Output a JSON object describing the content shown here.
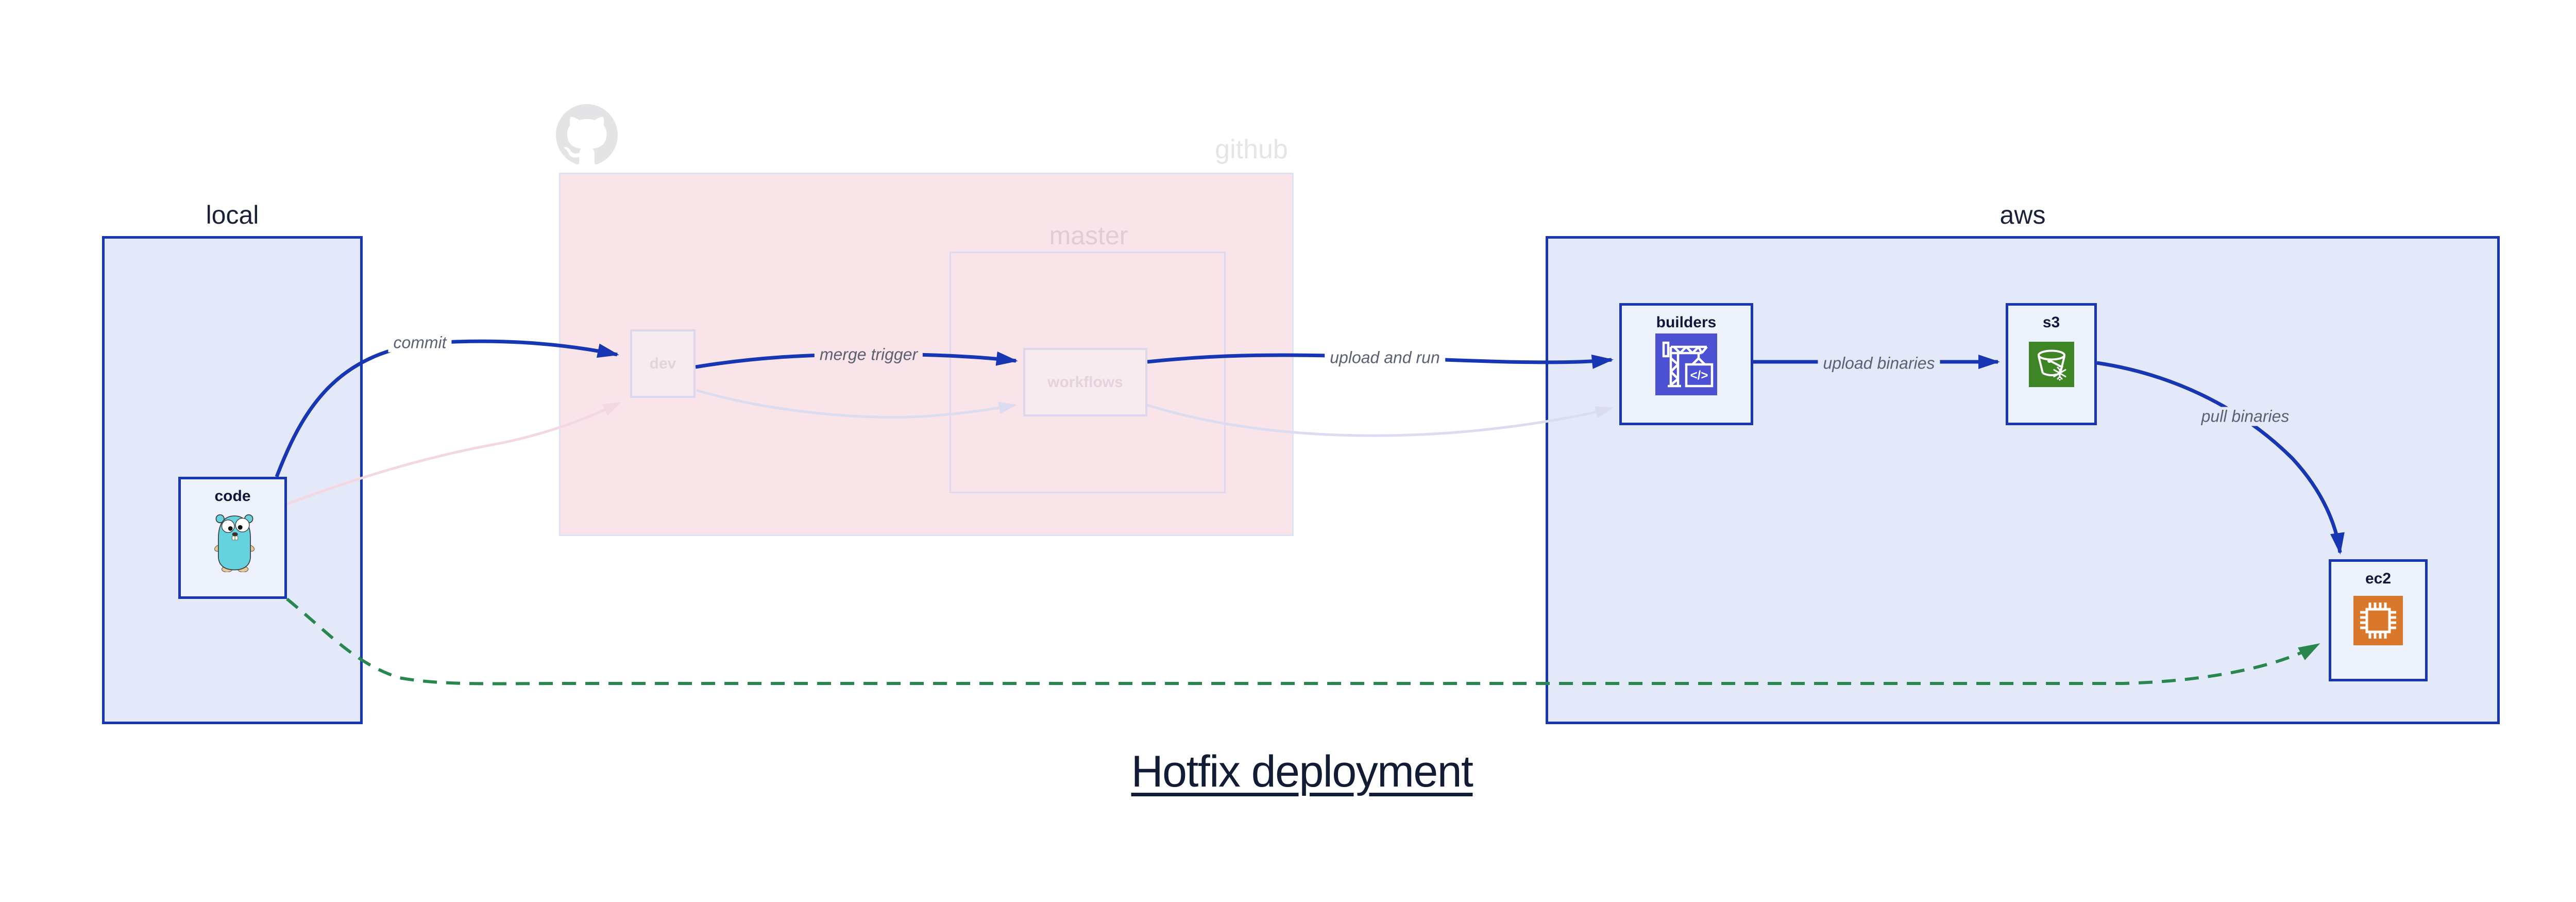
{
  "title": {
    "text": "Hotfix deployment"
  },
  "containers": {
    "local": {
      "label": "local"
    },
    "github": {
      "label": "github"
    },
    "master": {
      "label": "master"
    },
    "aws": {
      "label": "aws"
    }
  },
  "nodes": {
    "code": {
      "label": "code"
    },
    "dev": {
      "label": "dev"
    },
    "workflows": {
      "label": "workflows"
    },
    "builders": {
      "label": "builders"
    },
    "s3": {
      "label": "s3"
    },
    "ec2": {
      "label": "ec2"
    }
  },
  "edges": {
    "commit": {
      "label": "commit",
      "from": "code",
      "to": "dev",
      "style": "solid-blue"
    },
    "merge_trigger": {
      "label": "merge trigger",
      "from": "dev",
      "to": "workflows",
      "style": "solid-blue"
    },
    "upload_and_run": {
      "label": "upload and run",
      "from": "workflows",
      "to": "builders",
      "style": "solid-blue"
    },
    "upload_binaries": {
      "label": "upload binaries",
      "from": "builders",
      "to": "s3",
      "style": "solid-blue"
    },
    "pull_binaries": {
      "label": "pull binaries",
      "from": "s3",
      "to": "ec2",
      "style": "solid-blue"
    },
    "hotfix_path": {
      "from": "code",
      "to": "ec2",
      "style": "dashed-green"
    },
    "faded_code_dev": {
      "from": "code",
      "to": "dev",
      "style": "faded-pink"
    },
    "faded_dev_workflows": {
      "from": "dev",
      "to": "workflows",
      "style": "faded-lavender"
    },
    "faded_workflows_builders": {
      "from": "workflows",
      "to": "builders",
      "style": "faded-lavender"
    }
  },
  "icons": {
    "github_logo": "github-octocat-logo",
    "code": "go-gopher-icon",
    "builders": "codebuild-crane-icon",
    "s3": "s3-glacier-bucket-icon",
    "ec2": "ec2-chip-icon"
  },
  "colors": {
    "accent_blue": "#1636b4",
    "hotfix_green": "#27874e",
    "container_fill": "#e4e9f9",
    "node_fill": "#eef2fc",
    "github_fill": "#f9e4e9",
    "faded_border": "#dbd7ec",
    "faded_pink_edge": "#f3d8e1",
    "faded_lavender_edge": "#dcdcf0",
    "edge_label_gray": "#5b6170",
    "dark_text": "#131c35",
    "codebuild_purple": "#4b51d2",
    "s3_green": "#3e8526",
    "ec2_orange": "#d9772b",
    "logo_gray": "#e4e4e6"
  }
}
